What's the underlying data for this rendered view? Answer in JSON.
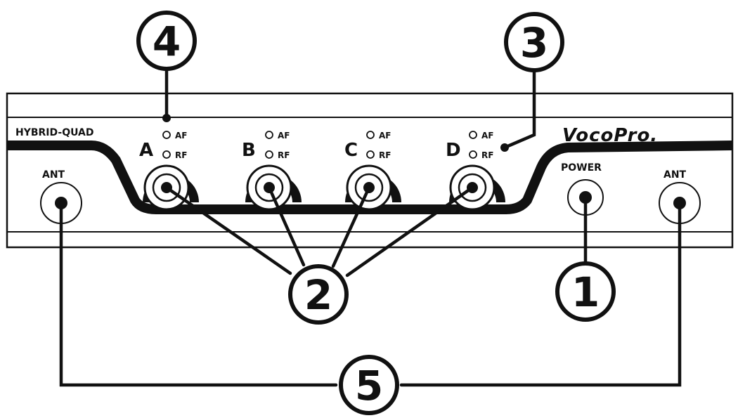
{
  "panel": {
    "model_label": "HYBRID-QUAD",
    "brand": "VocoPro.",
    "power_label": "POWER",
    "ant_left_label": "ANT",
    "ant_right_label": "ANT"
  },
  "channels": [
    {
      "letter": "A",
      "af": "AF",
      "rf": "RF"
    },
    {
      "letter": "B",
      "af": "AF",
      "rf": "RF"
    },
    {
      "letter": "C",
      "af": "AF",
      "rf": "RF"
    },
    {
      "letter": "D",
      "af": "AF",
      "rf": "RF"
    }
  ],
  "callouts": {
    "c1": "1",
    "c2": "2",
    "c3": "3",
    "c4": "4",
    "c5": "5"
  }
}
